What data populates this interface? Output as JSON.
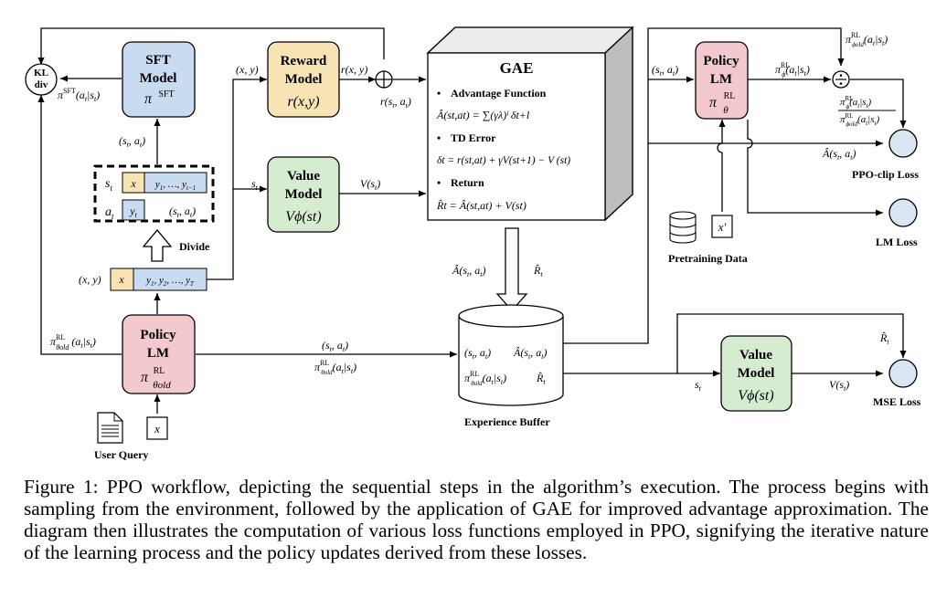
{
  "figure": {
    "sft_model": {
      "title_line1": "SFT",
      "title_line2": "Model",
      "symbol": "π",
      "symbol_sup": "SFT"
    },
    "reward_model": {
      "title_line1": "Reward",
      "title_line2": "Model",
      "formula": "r(x,y)"
    },
    "value_model_top": {
      "title_line1": "Value",
      "title_line2": "Model",
      "formula": "Vϕ(st)"
    },
    "policy_lm_left": {
      "title_line1": "Policy",
      "title_line2": "LM",
      "symbol": "π",
      "sup": "RL",
      "sub": "θold"
    },
    "policy_lm_right": {
      "title_line1": "Policy",
      "title_line2": "LM",
      "symbol": "π",
      "sup": "RL",
      "sub": "θ"
    },
    "value_model_bottom": {
      "title_line1": "Value",
      "title_line2": "Model",
      "formula": "Vϕ(st)"
    },
    "kl_div": {
      "line1": "KL",
      "line2": "div"
    },
    "divide_label": "Divide",
    "user_query_label": "User Query",
    "pretraining_label": "Pretraining Data",
    "experience_buffer_label": "Experience Buffer",
    "gae": {
      "title": "GAE",
      "advantage_heading": "Advantage Function",
      "advantage_formula": "Â(st,at) = ∑(γλ)ˡ δt+l",
      "td_heading": "TD Error",
      "td_formula": "δt = r(st,at) + γV(st+1) − V (st)",
      "return_heading": "Return",
      "return_formula": "R̂t = Â(st,at) + V(st)"
    },
    "losses": {
      "ppo_clip": "PPO-clip Loss",
      "lm": "LM Loss",
      "mse": "MSE Loss"
    },
    "buffer_contents": {
      "a": "(st, at)",
      "b": "Â(st, at)",
      "c": "π RL θold (at|st)",
      "d": "R̂t"
    }
  },
  "caption": "Figure 1: PPO workflow, depicting the sequential steps in the algorithm’s execution. The process begins with sampling from the environment, followed by the application of GAE for improved advantage approximation. The diagram then illustrates the computation of various loss functions employed in PPO, signifying the iterative nature of the learning process and the policy updates derived from these losses."
}
